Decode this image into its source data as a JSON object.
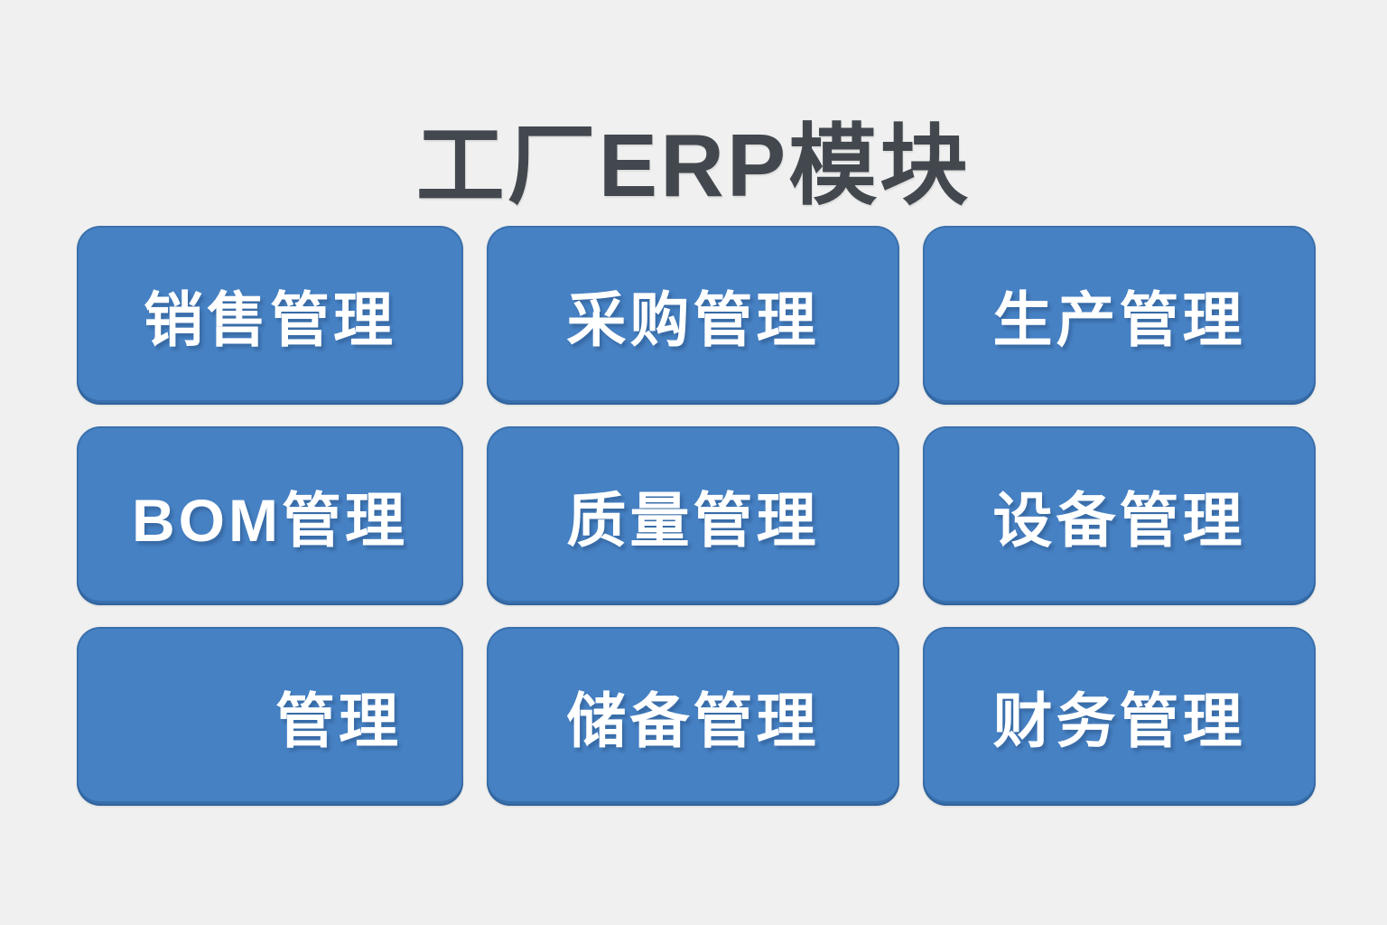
{
  "title": "工厂ERP模块",
  "colors": {
    "background": "#EFF0EF",
    "card_blue": "#4681C3",
    "card_edge_blue": "#3A6FB0",
    "title_text": "#43484F",
    "label_text": "#FFFFFF"
  },
  "modules": [
    {
      "label": "销售管理"
    },
    {
      "label": "采购管理"
    },
    {
      "label": "生产管理"
    },
    {
      "label": "BOM管理"
    },
    {
      "label": "质量管理"
    },
    {
      "label": "设备管理"
    },
    {
      "label": "管理"
    },
    {
      "label": "储备管理"
    },
    {
      "label": "财务管理"
    }
  ]
}
